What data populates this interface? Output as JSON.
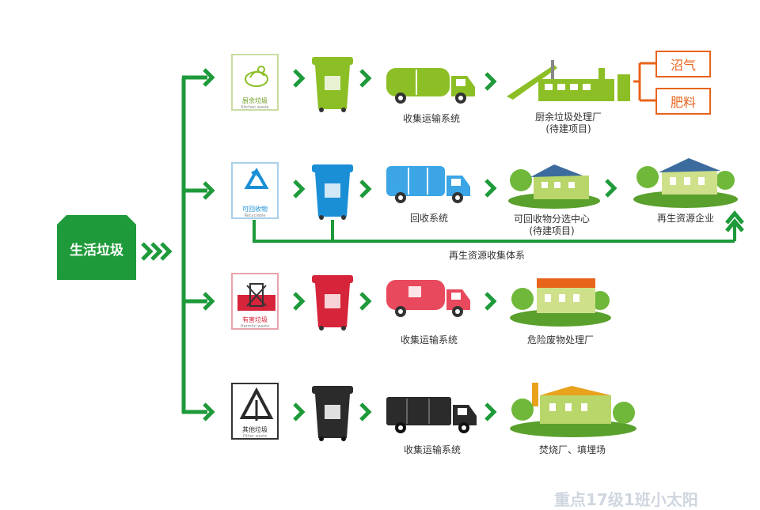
{
  "root": {
    "label": "生活垃圾"
  },
  "rows": [
    {
      "id": "kitchen",
      "sign_label": "厨余垃圾",
      "sign_sub": "Kitchen waste",
      "color": "#8cbf26",
      "transport_label": "收集运输系统",
      "facility_label_line1": "厨余垃圾处理厂",
      "facility_label_line2": "(待建项目)",
      "outputs": [
        "沼气",
        "肥料"
      ]
    },
    {
      "id": "recyclable",
      "sign_label": "可回收物",
      "sign_sub": "Recyclable",
      "color": "#1a8fd6",
      "transport_label": "回收系统",
      "facility_label_line1": "可回收物分选中心",
      "facility_label_line2": "(待建项目)",
      "final_label": "再生资源企业",
      "loop_label": "再生资源收集体系"
    },
    {
      "id": "hazardous",
      "sign_label": "有害垃圾",
      "sign_sub": "Harmful waste",
      "color": "#d6243a",
      "transport_label": "收集运输系统",
      "facility_label_line1": "危险废物处理厂"
    },
    {
      "id": "other",
      "sign_label": "其他垃圾",
      "sign_sub": "Other waste",
      "color": "#2b2b2b",
      "transport_label": "收集运输系统",
      "facility_label_line1": "焚烧厂、填埋场"
    }
  ],
  "watermark": "重点17级1班小太阳",
  "colors": {
    "green": "#1e9a3a",
    "orange": "#e8641b"
  }
}
